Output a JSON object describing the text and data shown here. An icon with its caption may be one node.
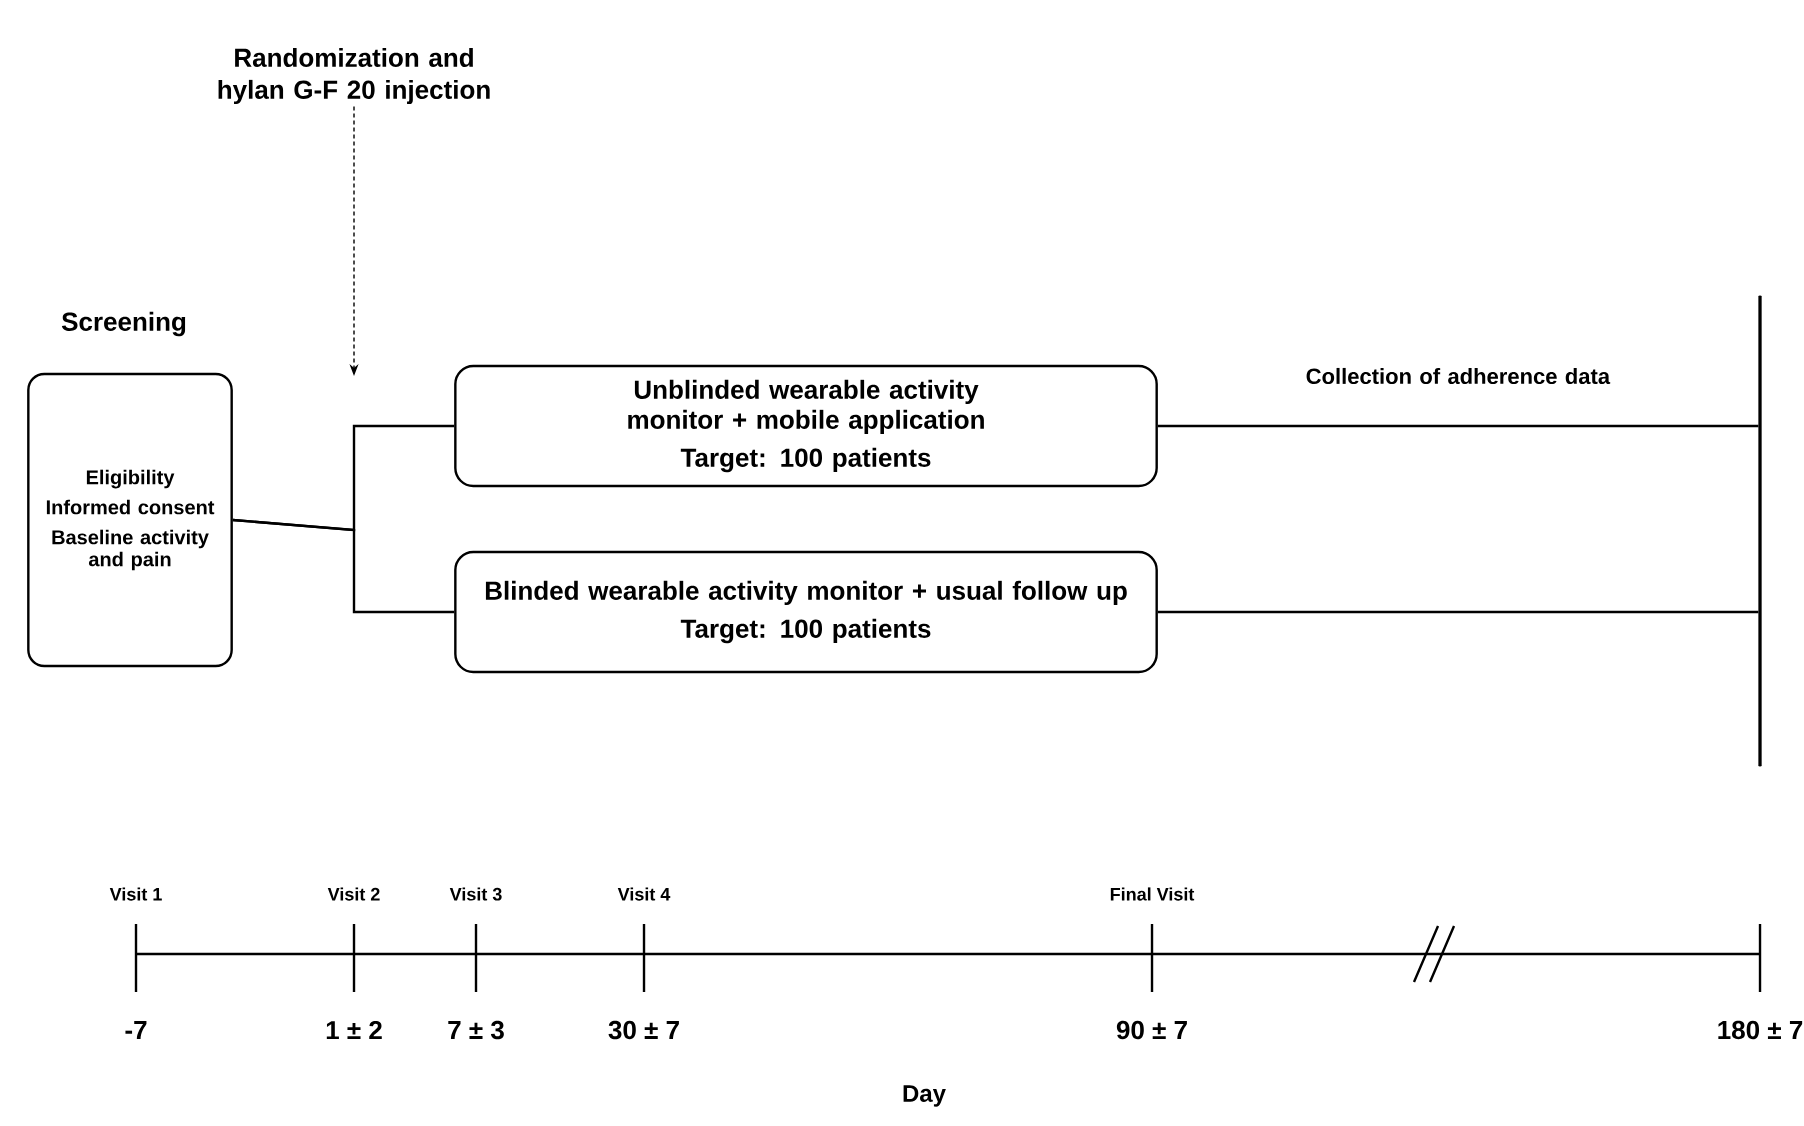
{
  "diagram": {
    "nodes": [
      {
        "text": [
          "Screening",
          "Eligibility",
          "Informed consent",
          "Baseline activity and pain"
        ]
      },
      {
        "text": [
          "Randomization and hylan G-F 20 injection"
        ]
      },
      {
        "text": [
          "Unblinded wearable activity monitor + mobile application",
          "Target: 100 patients"
        ]
      },
      {
        "text": [
          "Blinded wearable activity monitor + usual follow up",
          "Target: 100 patients"
        ]
      },
      {
        "text": [],
        "shape": "bar"
      }
    ],
    "edges": [
      {
        "from": 0,
        "to": 2,
        "arrow": "none"
      },
      {
        "from": 0,
        "to": 3,
        "arrow": "none"
      },
      {
        "from": 1,
        "to": null,
        "arrow": "to",
        "style": "dashed"
      },
      {
        "from": 2,
        "to": 4,
        "arrow": "none",
        "label": "Collection of adherence data"
      },
      {
        "from": 3,
        "to": 4,
        "arrow": "none"
      }
    ],
    "labels": [
      "Visit 1",
      "Visit 2",
      "Visit 3",
      "Visit 4",
      "Final Visit",
      "-7",
      "1 ± 2",
      "7 ± 3",
      "30 ± 7",
      "90 ± 7",
      "180 ± 7",
      "Day"
    ]
  }
}
